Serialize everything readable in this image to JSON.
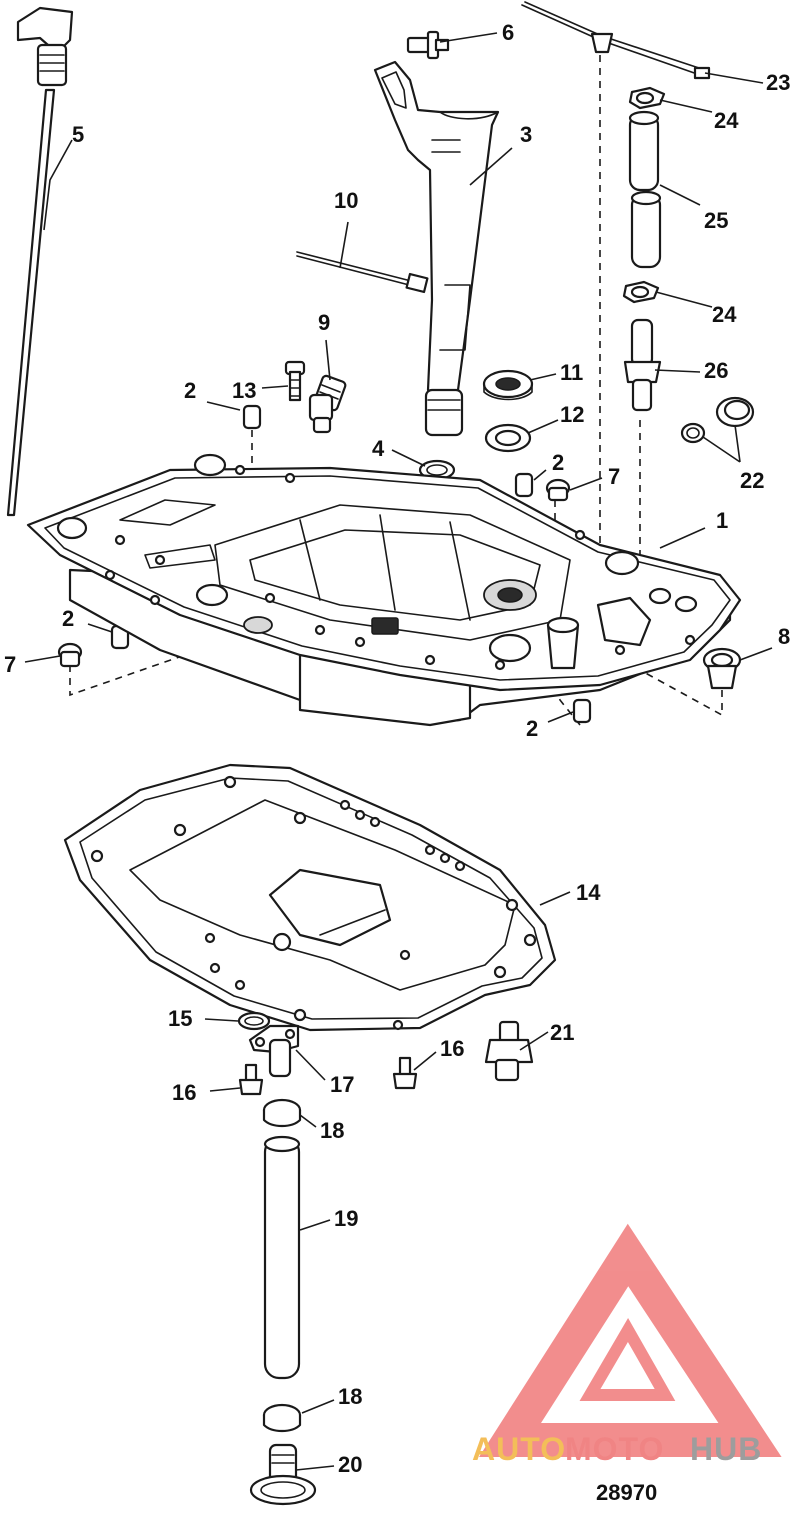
{
  "callouts": {
    "c1": "1",
    "c2a": "2",
    "c2b": "2",
    "c2c": "2",
    "c2d": "2",
    "c3": "3",
    "c4": "4",
    "c5": "5",
    "c6": "6",
    "c7a": "7",
    "c7b": "7",
    "c8": "8",
    "c9": "9",
    "c10": "10",
    "c11": "11",
    "c12": "12",
    "c13": "13",
    "c14": "14",
    "c15": "15",
    "c16a": "16",
    "c16b": "16",
    "c17": "17",
    "c18a": "18",
    "c18b": "18",
    "c19": "19",
    "c20": "20",
    "c21": "21",
    "c22": "22",
    "c23": "23",
    "c24a": "24",
    "c24b": "24",
    "c25": "25",
    "c26": "26"
  },
  "figure_number": "28970",
  "watermark": {
    "part1": "AUTO",
    "part2": "MOTO",
    "part3": "HUB",
    "colors": {
      "auto": "#f2b33d",
      "moto": "#ee6f6f",
      "hub": "#8c8c8c",
      "triangle": "#f07a7a"
    }
  }
}
